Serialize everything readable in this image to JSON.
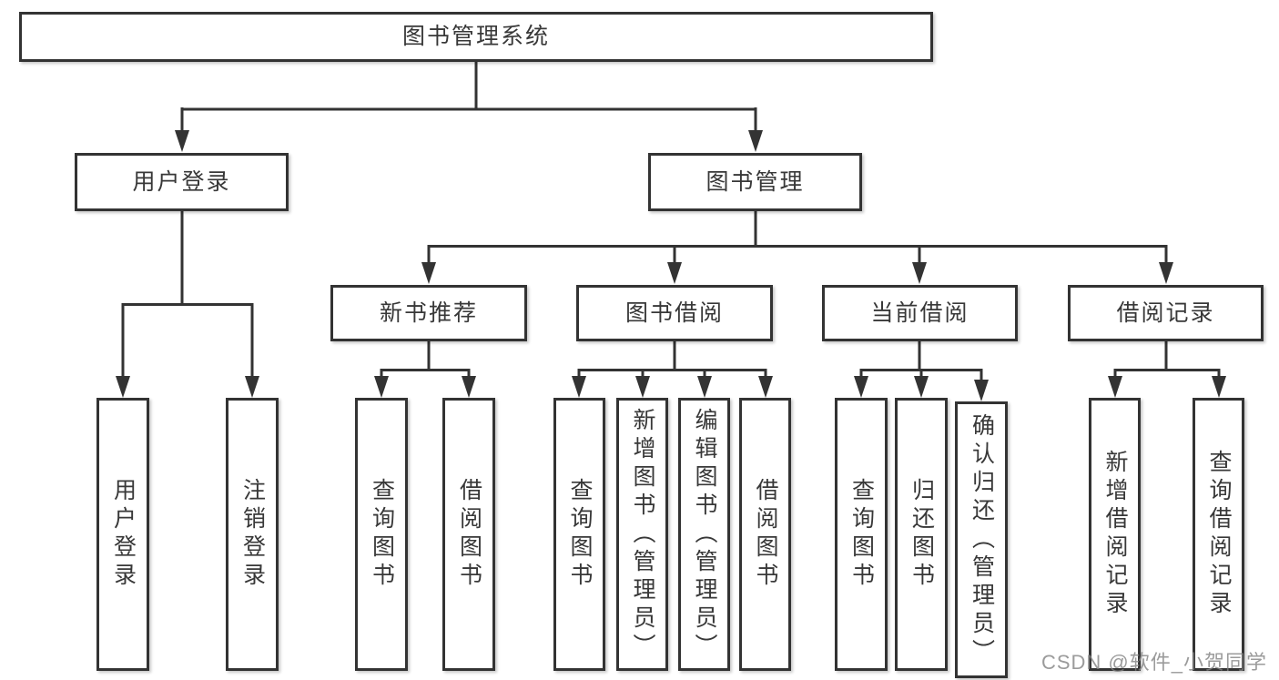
{
  "diagram_title": "图书管理系统",
  "nodes": {
    "system": "图书管理系统",
    "user_login": "用户登录",
    "book_mgmt": "图书管理",
    "new_book_rec": "新书推荐",
    "book_borrow": "图书借阅",
    "current_borrow": "当前借阅",
    "borrow_record": "借阅记录",
    "ul_login": "用户登录",
    "ul_logout": "注销登录",
    "nb_query_book": "查询图书",
    "nb_borrow_book": "借阅图书",
    "bb_query_book": "查询图书",
    "bb_add_book": "新增图书（管理员）",
    "bb_edit_book": "编辑图书（管理员）",
    "bb_borrow_book": "借阅图书",
    "cb_query_book": "查询图书",
    "cb_return_book": "归还图书",
    "cb_confirm_return": "确认归还（管理员）",
    "br_add_record": "新增借阅记录",
    "br_query_record": "查询借阅记录"
  },
  "watermark": {
    "text": "CSDN @软件_小贺同学"
  },
  "colors": {
    "line": "#333333",
    "text": "#383838",
    "background": "#ffffff",
    "watermark": "#828282"
  }
}
